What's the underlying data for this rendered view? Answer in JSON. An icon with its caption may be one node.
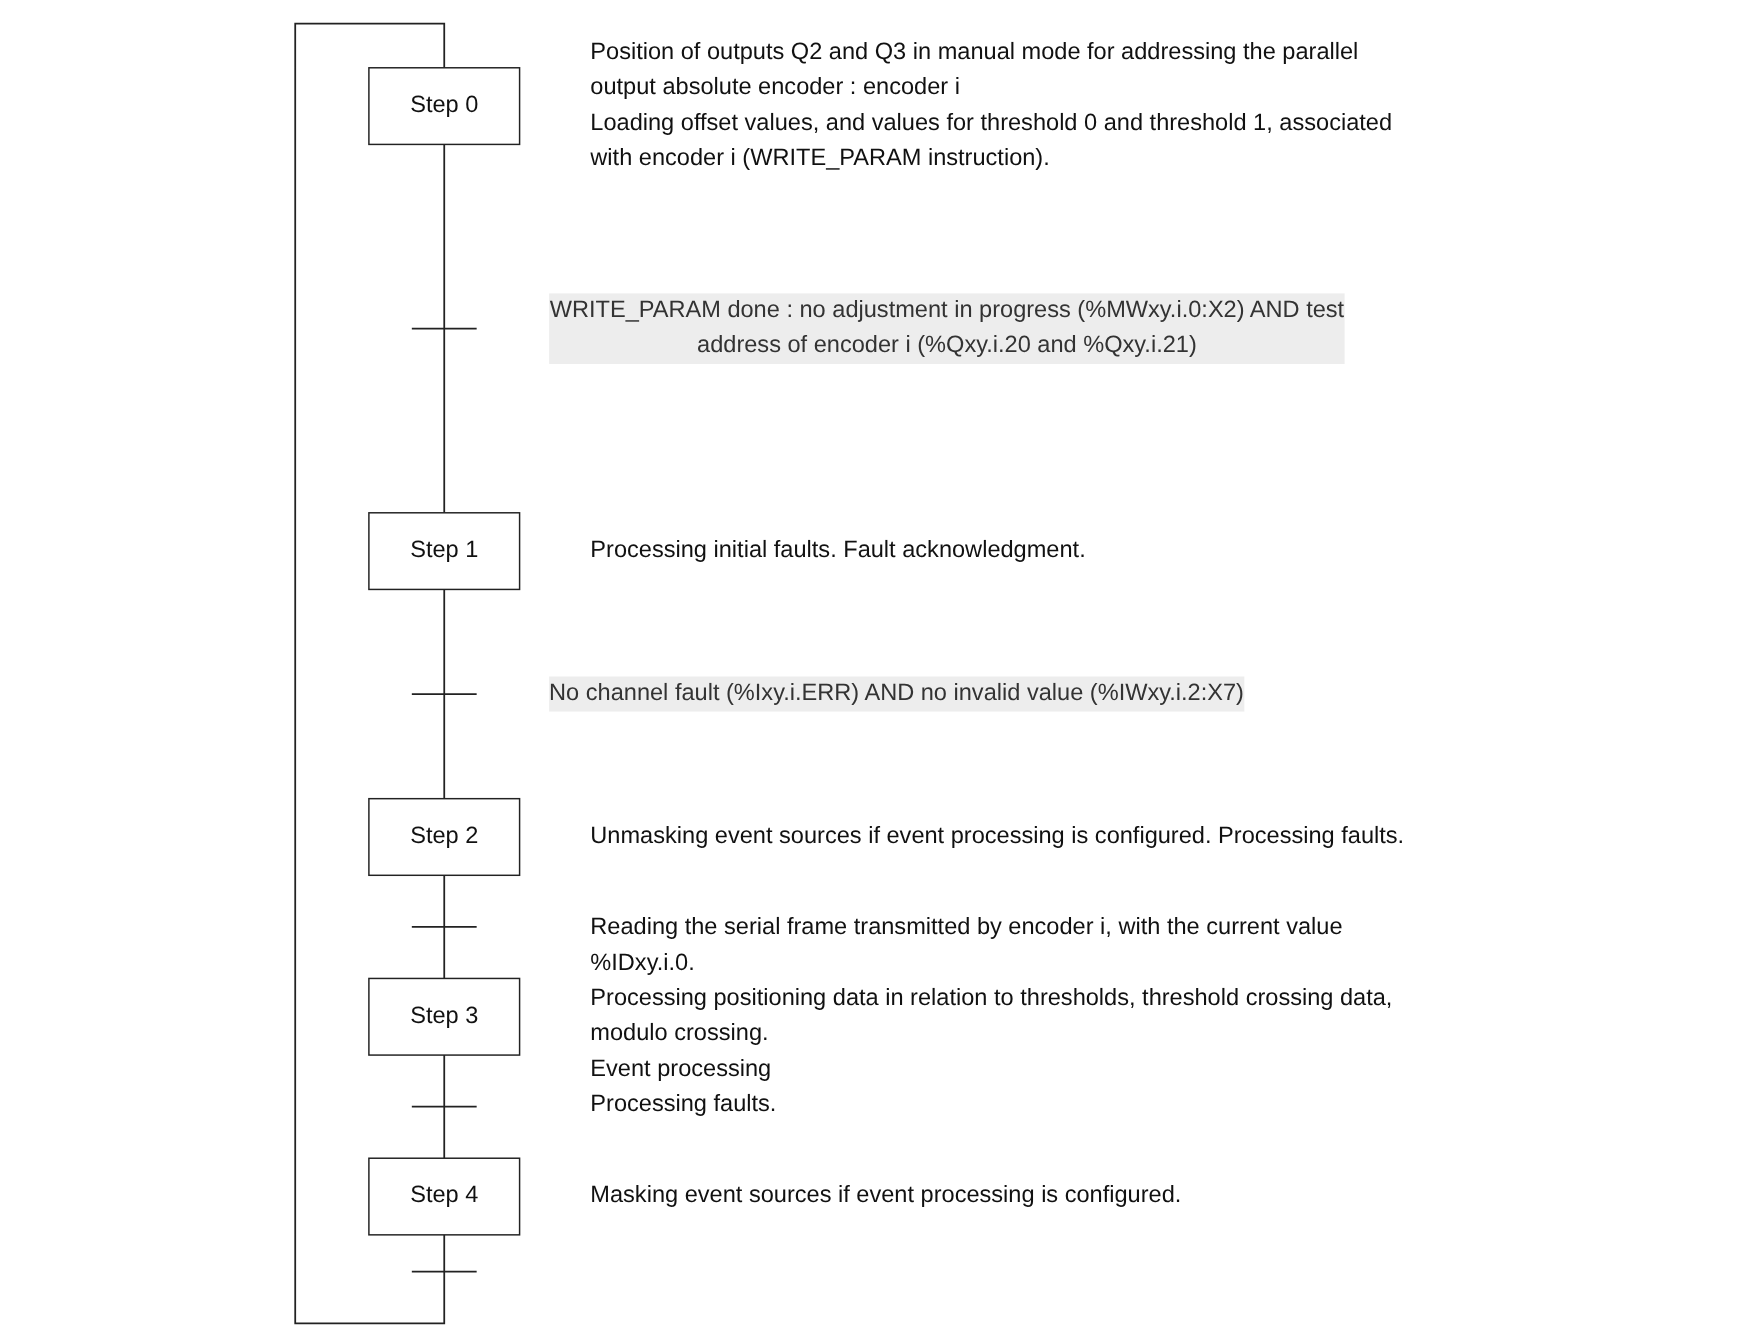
{
  "diagram": {
    "nodes": [
      {
        "text": [
          "Step 0"
        ],
        "beside": [
          "Position of outputs Q2 and Q3 in manual mode for addressing the parallel output absolute encoder : encoder i",
          "Loading offset values, and values for threshold 0 and threshold 1, associated with encoder i (WRITE_PARAM instruction)."
        ]
      },
      {
        "text": [
          "Step 1"
        ],
        "beside": [
          "Processing initial faults. Fault acknowledgment."
        ]
      },
      {
        "text": [
          "Step 2"
        ],
        "beside": [
          "Unmasking event sources if event processing is configured. Processing faults."
        ]
      },
      {
        "text": [
          "Step 3"
        ],
        "beside": [
          "Reading the serial frame transmitted by encoder i, with the current value %IDxy.i.0.",
          "Processing positioning data in relation to thresholds, threshold crossing data, modulo crossing.",
          "Event processing",
          "Processing faults."
        ]
      },
      {
        "text": [
          "Step 4"
        ],
        "beside": [
          "Masking event sources if event processing is configured."
        ]
      }
    ],
    "edges": [
      {
        "from": 0,
        "to": 1,
        "arrow": "none",
        "label": "WRITE_PARAM done : no adjustment in progress (%MWxy.i.0:X2) AND test address of encoder i (%Qxy.i.20 and %Qxy.i.21)"
      },
      {
        "from": 1,
        "to": 2,
        "arrow": "none",
        "label": "No channel fault (%Ixy.i.ERR) AND no invalid value (%IWxy.i.2:X7)"
      },
      {
        "from": 2,
        "to": 3,
        "arrow": "none"
      },
      {
        "from": 3,
        "to": 4,
        "arrow": "none"
      },
      {
        "from": 4,
        "to": 0,
        "arrow": "none"
      }
    ]
  }
}
